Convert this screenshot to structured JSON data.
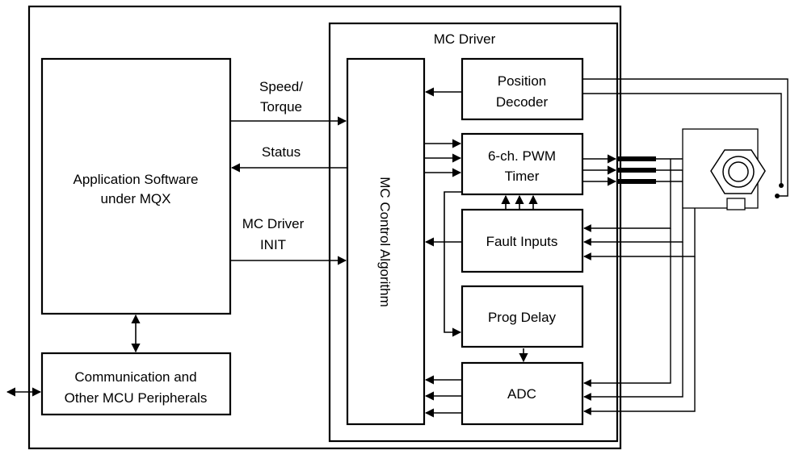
{
  "diagram": {
    "mc_driver_title": "MC Driver",
    "app_software": [
      "Application Software",
      "under MQX"
    ],
    "comm_peripherals": [
      "Communication and",
      "Other MCU Peripherals"
    ],
    "mc_control": "MC Control Algorithm",
    "position_decoder": [
      "Position",
      "Decoder"
    ],
    "pwm_timer": [
      "6-ch. PWM",
      "Timer"
    ],
    "fault_inputs": "Fault Inputs",
    "prog_delay": "Prog Delay",
    "adc": "ADC",
    "label_speed": [
      "Speed/",
      "Torque"
    ],
    "label_status": "Status",
    "label_init": [
      "MC Driver",
      "INIT"
    ]
  }
}
